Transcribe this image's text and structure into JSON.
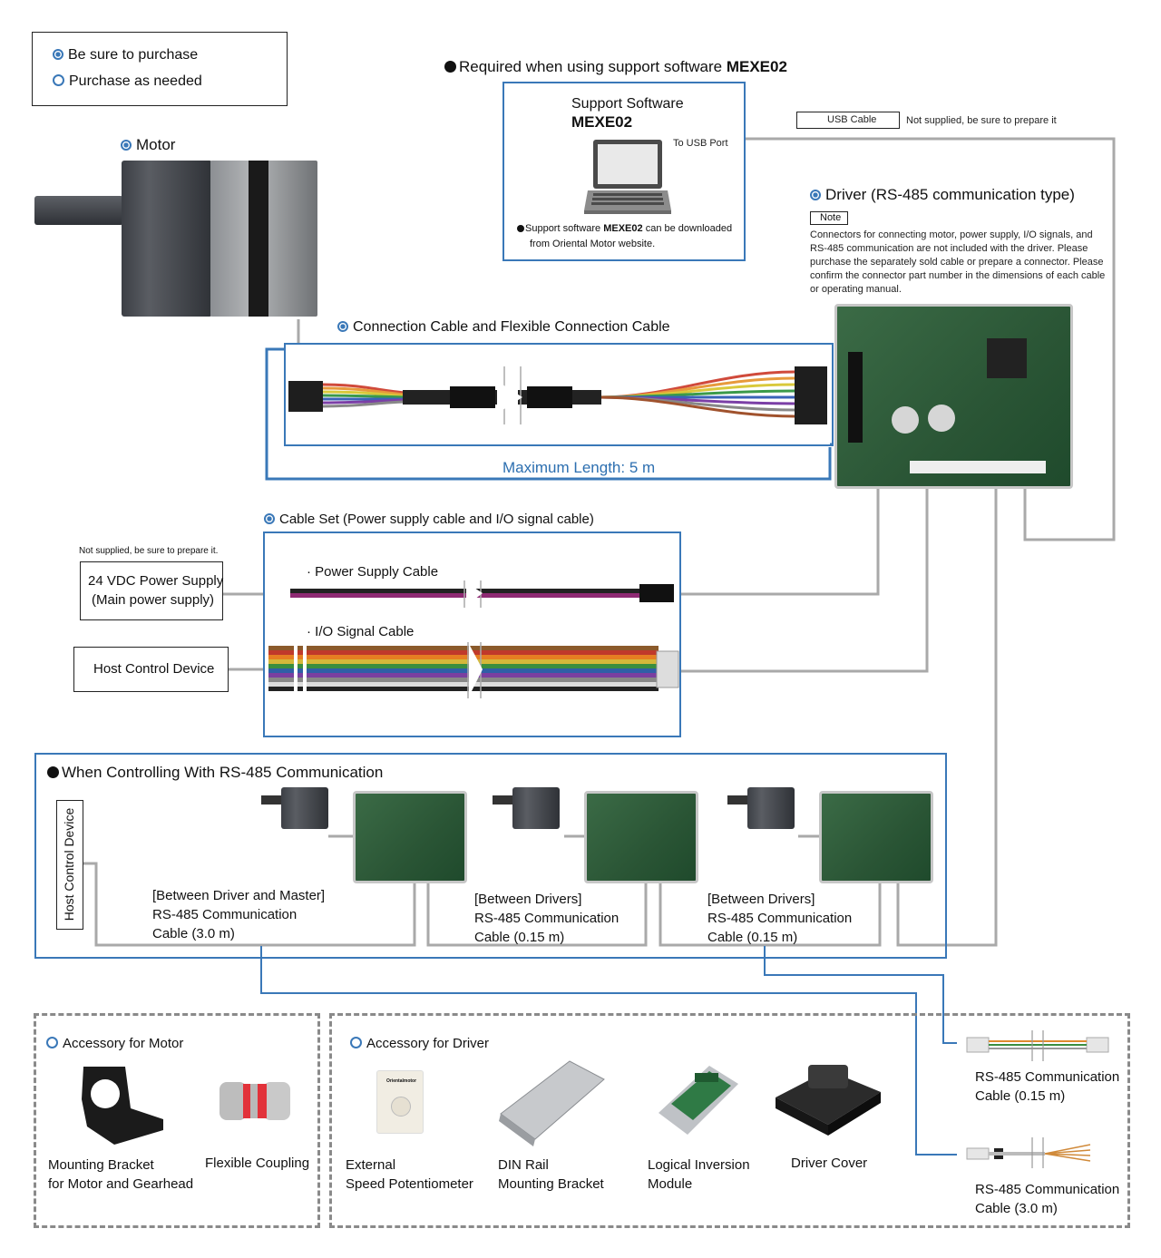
{
  "legend": {
    "required": "Be sure to purchase",
    "optional": "Purchase as needed"
  },
  "software": {
    "heading_prefix": "Required when using support software ",
    "heading_bold": "MEXE02",
    "box_title": "Support Software",
    "box_name": "MEXE02",
    "to_usb": "To USB Port",
    "note_prefix": "Support software ",
    "note_bold": "MEXE02",
    "note_suffix": " can be downloaded",
    "note_line2": "from Oriental Motor website."
  },
  "usb": {
    "label": "USB Cable",
    "note": "Not supplied, be sure to prepare it"
  },
  "motor": {
    "label": "Motor"
  },
  "driver": {
    "label": "Driver  (RS-485 communication type)",
    "note_tag": "Note",
    "note_text": "Connectors for connecting motor, power supply, I/O signals, and RS-485 communication are not included with the driver. Please purchase the separately sold cable or prepare a connector. Please confirm the connector part number in the dimensions of each cable or operating manual."
  },
  "conn_cable": {
    "label": "Connection Cable and Flexible Connection Cable",
    "max_length": "Maximum Length: 5 m"
  },
  "cable_set": {
    "label": "Cable Set (Power supply cable and I/O signal cable)",
    "power_label": "· Power Supply Cable",
    "io_label": "·  I/O Signal Cable"
  },
  "power_supply": {
    "note": "Not supplied, be sure to prepare it.",
    "line1": "24 VDC Power Supply",
    "line2": "(Main power supply)"
  },
  "host": {
    "label": "Host Control Device"
  },
  "rs485": {
    "heading": "When Controlling With RS-485 Communication",
    "host_vertical": "Host Control Device",
    "cable1_l1": "[Between Driver and Master]",
    "cable1_l2": "RS-485 Communication",
    "cable1_l3": "Cable (3.0 m)",
    "cable2_l1": "[Between Drivers]",
    "cable2_l2": "RS-485 Communication",
    "cable2_l3": "Cable (0.15 m)",
    "cable3_l1": "[Between Drivers]",
    "cable3_l2": "RS-485 Communication",
    "cable3_l3": "Cable (0.15 m)"
  },
  "acc_motor": {
    "heading": "Accessory for Motor",
    "item1_l1": "Mounting Bracket",
    "item1_l2": "for Motor and Gearhead",
    "item2": "Flexible Coupling"
  },
  "acc_driver": {
    "heading": "Accessory for Driver",
    "pot_brand": "Orientalmotor",
    "item1_l1": "External",
    "item1_l2": "Speed Potentiometer",
    "item2_l1": "DIN Rail",
    "item2_l2": "Mounting Bracket",
    "item3_l1": "Logical Inversion",
    "item3_l2": "Module",
    "item4": "Driver Cover"
  },
  "side_cables": {
    "c1_l1": "RS-485 Communication",
    "c1_l2": "Cable (0.15 m)",
    "c2_l1": "RS-485 Communication",
    "c2_l2": "Cable (3.0 m)"
  },
  "colors": {
    "accent_blue": "#3a78b8",
    "wire_gray": "#a8a8a8"
  }
}
